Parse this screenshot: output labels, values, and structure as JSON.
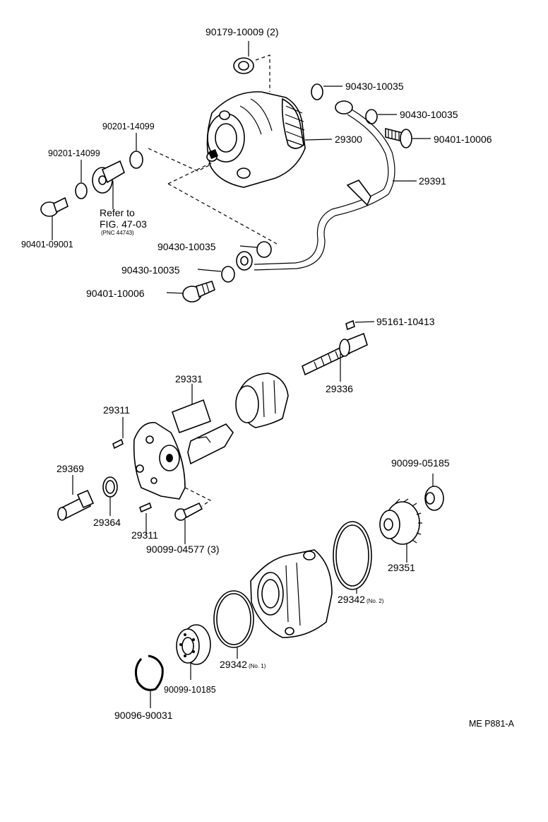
{
  "labels": {
    "l01": "90179-10009 (2)",
    "l02": "90430-10035",
    "l03": "90430-10035",
    "l04": "90401-10006",
    "l05": "29300",
    "l06": "29391",
    "l07": "90201-14099",
    "l08": "90201-14099",
    "l09": "90401-09001",
    "l10": "90430-10035",
    "l11": "90430-10035",
    "l12": "90401-10006",
    "l13": "95161-10413",
    "l14": "29336",
    "l15": "29331",
    "l16": "29311",
    "l17": "29369",
    "l18": "29364",
    "l19": "29311",
    "l20": "90099-04577 (3)",
    "l21": "90099-05185",
    "l22": "29351",
    "l23": "29342",
    "l24": "29342",
    "l25": "90099-10185",
    "l26": "90096-90031",
    "catalog_code": "ME P881-A"
  },
  "refer": {
    "line1": "Refer to",
    "line2": "FIG. 47-03",
    "line3": "(PNC 44743)"
  },
  "suffix": {
    "no1": "(No. 1)",
    "no2": "(No. 2)"
  }
}
